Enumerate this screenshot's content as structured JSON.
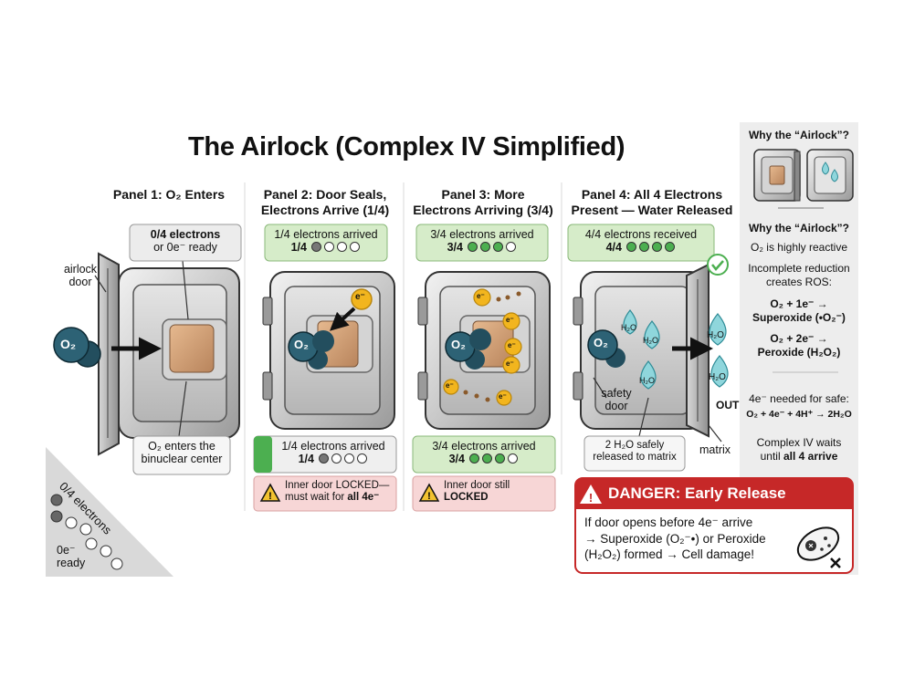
{
  "title": "The Airlock (Complex IV Simplified)",
  "panels": [
    {
      "head": "Panel 1: O₂ Enters",
      "status_a": "0/4 electrons",
      "status_b": "or 0e⁻ ready",
      "note_a": "O₂ enters the",
      "note_b": "binuclear center",
      "side_label_a": "airlock",
      "side_label_b": "door"
    },
    {
      "head_a": "Panel 2: Door Seals,",
      "head_b": "Electrons Arrive (1/4)",
      "top_text": "1/4 electrons arrived",
      "top_count": "1/4",
      "bottom_text": "1/4 electrons arrived",
      "bottom_count": "1/4",
      "warn_a": "Inner door LOCKED—",
      "warn_b": "must wait for ",
      "warn_b_bold": "all 4e⁻",
      "filled": 1
    },
    {
      "head_a": "Panel 3: More",
      "head_b": "Electrons Arriving (3/4)",
      "top_text": "3/4 electrons arrived",
      "top_count": "3/4",
      "bottom_text": "3/4 electrons arrived",
      "bottom_count": "3/4",
      "warn_a": "Inner door still",
      "warn_b": "LOCKED",
      "filled": 3
    },
    {
      "head_a": "Panel 4: All 4 Electrons",
      "head_b": "Present — Water Released",
      "top_text": "4/4 electrons received",
      "top_count": "4/4",
      "filled": 4,
      "door_label_a": "safety",
      "door_label_b": "door",
      "out_label": "OUT",
      "matrix_label": "matrix",
      "note_a": "2 H₂O safely",
      "note_b": "released to matrix"
    }
  ],
  "labels": {
    "o2": "O₂",
    "electron": "e⁻",
    "h2o": "H₂O"
  },
  "corner": {
    "a": "0/4 electrons",
    "b": "0e⁻",
    "c": "ready"
  },
  "danger": {
    "title": "DANGER: Early Release",
    "line1": "If door opens before 4e⁻ arrive",
    "line2": "→ Superoxide (O₂⁻•) or Peroxide",
    "line3": "(H₂O₂) formed → Cell damage!"
  },
  "sidebar": {
    "q1": "Why the “Airlock”?",
    "q2": "Why the “Airlock”?",
    "fact1": "O₂ is highly reactive",
    "fact2a": "Incomplete reduction",
    "fact2b": "creates ROS:",
    "eq1a": "O₂ + 1e⁻ →",
    "eq1b": "Superoxide (•O₂⁻)",
    "eq2a": "O₂ + 2e⁻ →",
    "eq2b": "Peroxide (H₂O₂)",
    "need": "4e⁻ needed for safe:",
    "eq3": "O₂ + 4e⁻ + 4H⁺ → 2H₂O",
    "wait_a": "Complex IV waits",
    "wait_b": "until ",
    "wait_b_bold": "all 4 arrive"
  },
  "colors": {
    "green": "#4caf50",
    "green_fill": "#d6ecc9",
    "red": "#c62828",
    "warn_fill": "#f7d6d6",
    "o2": "#234e5e",
    "water": "#8fd6dc",
    "electron": "#f2b51e",
    "copper": "#c9956b"
  }
}
